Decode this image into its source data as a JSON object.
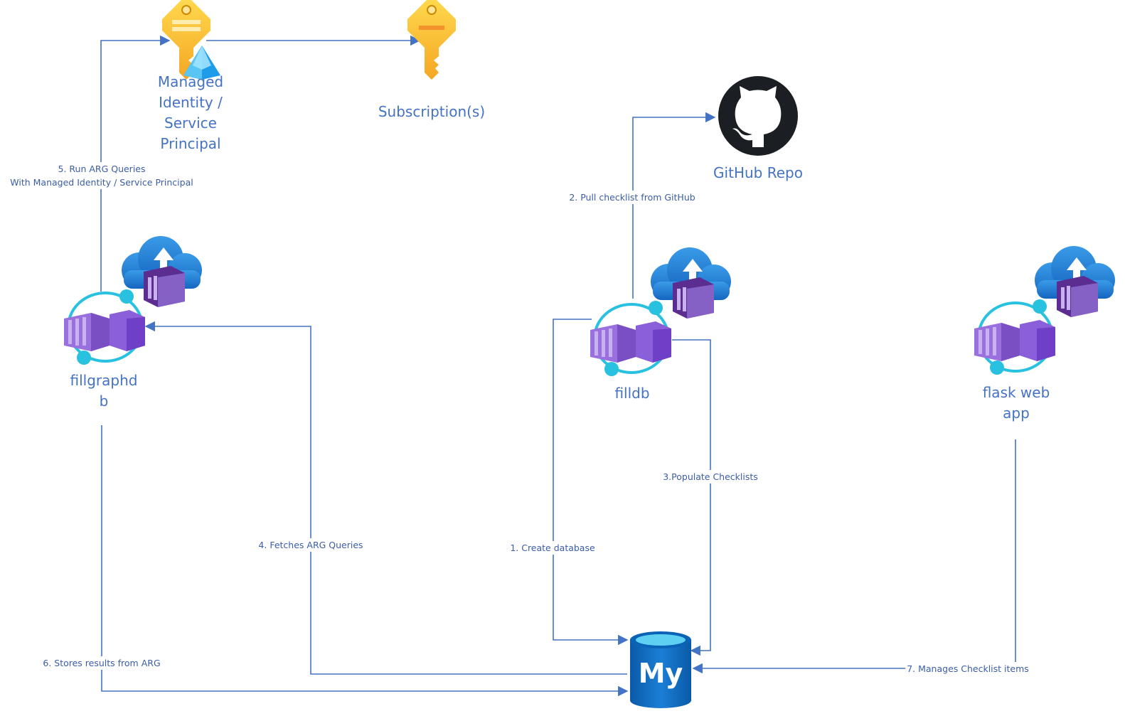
{
  "colors": {
    "line": "#4472C4",
    "label_text": "#4472C4",
    "edge_text": "#3B5DA8",
    "key_gold": "#FFC83D",
    "azure_blue": "#1E88E5",
    "container_purple": "#8661C5",
    "ring_cyan": "#29C1E0",
    "github_black": "#1B1F23",
    "db_blue": "#0F6BC2"
  },
  "nodes": {
    "managed_identity": {
      "lines": [
        "Managed",
        "Identity /",
        "Service",
        "Principal"
      ],
      "icon": "key-with-azure-ad-icon"
    },
    "subscriptions": {
      "label": "Subscription(s)",
      "icon": "key-icon"
    },
    "github": {
      "label": "GitHub Repo",
      "icon": "github-icon"
    },
    "fillgraphdb": {
      "lines": [
        "fillgraphd",
        "b"
      ],
      "icon": "container-app-icon"
    },
    "filldb": {
      "label": "filldb",
      "icon": "container-app-icon"
    },
    "flask": {
      "lines": [
        "flask web",
        "app"
      ],
      "icon": "container-app-icon"
    },
    "mysql": {
      "text": "My",
      "icon": "mysql-database-icon"
    }
  },
  "edges": {
    "e1": "1. Create database",
    "e2": "2. Pull checklist from GitHub",
    "e3": "3.Populate Checklists",
    "e4": "4. Fetches ARG Queries",
    "e5": [
      "5. Run ARG Queries",
      "With Managed Identity / Service Principal"
    ],
    "e6": "6. Stores results from ARG",
    "e7": "7. Manages Checklist items"
  }
}
